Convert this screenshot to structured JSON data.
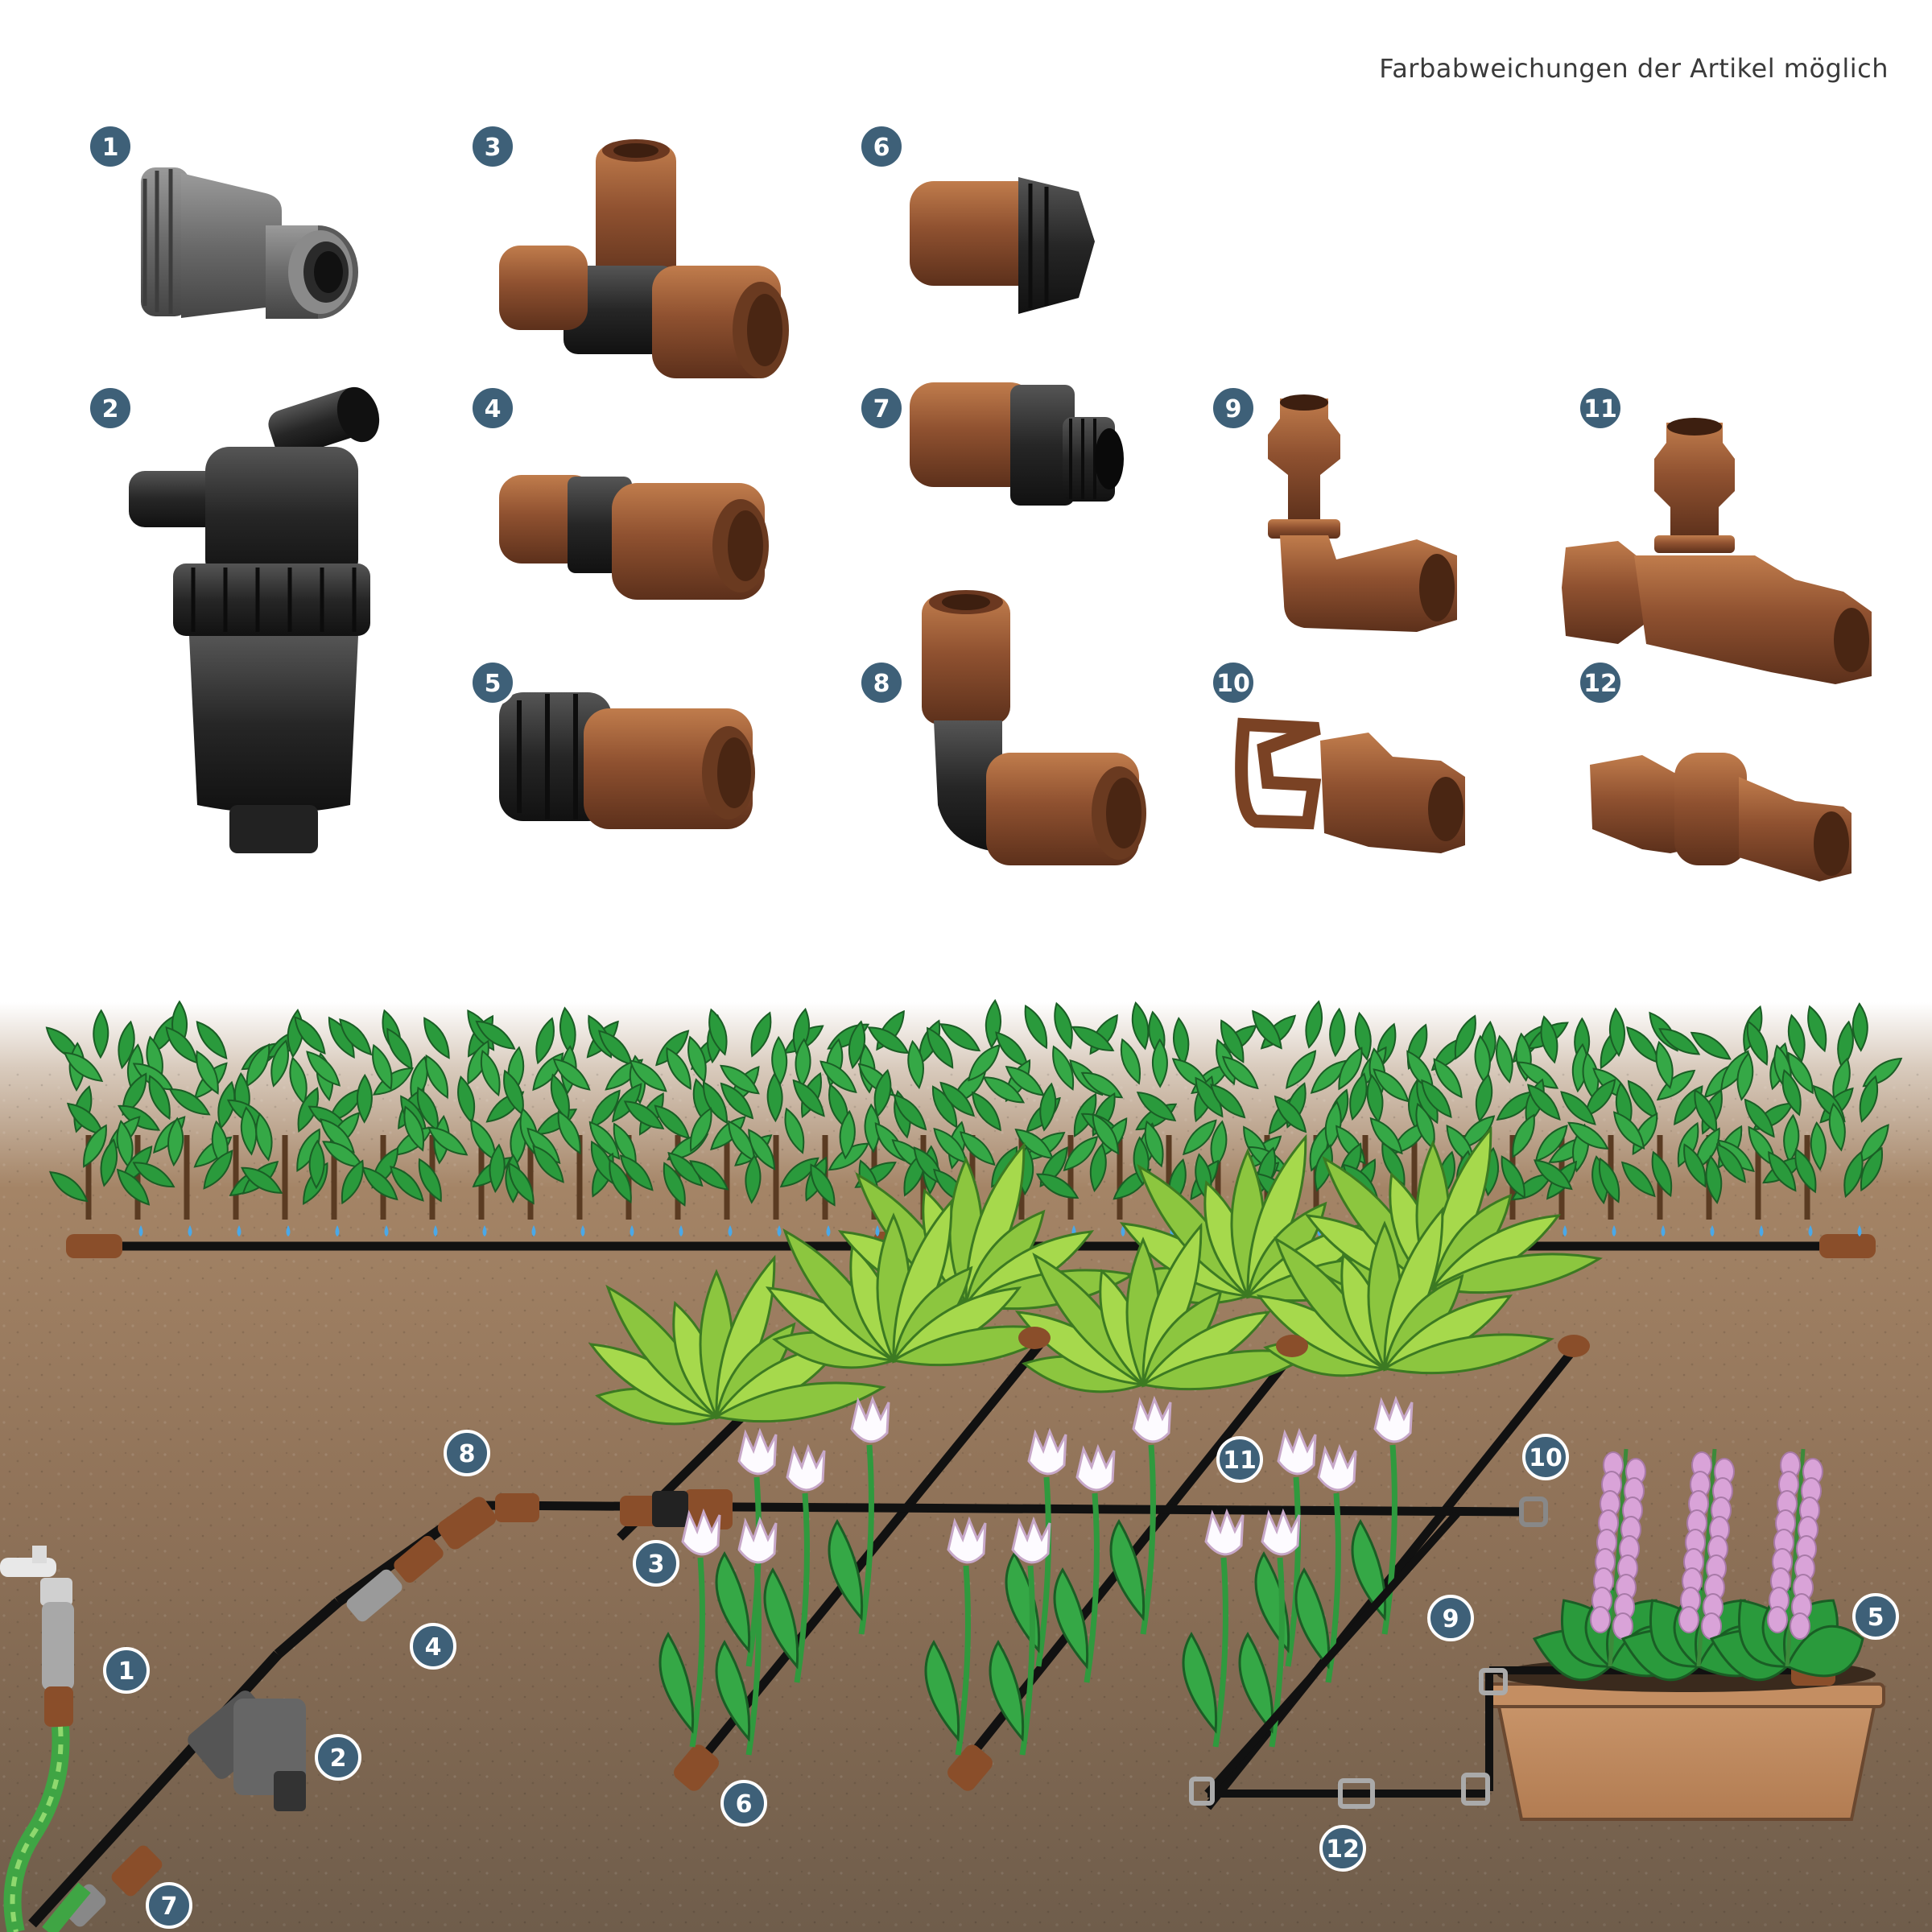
{
  "note": "Farbabweichungen der Artikel möglich",
  "colors": {
    "fitting_brown": "#8a4e2a",
    "fitting_brown_light": "#b06b3c",
    "fitting_black": "#222222",
    "fitting_gray": "#707070",
    "badge": "#3e6078",
    "soil_top": "#ffffff",
    "soil_mid": "#9c7a5c",
    "soil_bottom": "#6e5a46",
    "leaf_dark": "#2f9a3e",
    "leaf_light": "#9ad04a",
    "tulip": "#fdfbff",
    "foxglove": "#d9a3d8"
  },
  "catalog": [
    {
      "number": "1",
      "icon": "tap-connector-icon"
    },
    {
      "number": "2",
      "icon": "filter-icon"
    },
    {
      "number": "3",
      "icon": "tee-connector-icon"
    },
    {
      "number": "4",
      "icon": "straight-connector-icon"
    },
    {
      "number": "5",
      "icon": "pipe-adapter-icon"
    },
    {
      "number": "6",
      "icon": "end-plug-icon"
    },
    {
      "number": "7",
      "icon": "male-thread-adapter-icon"
    },
    {
      "number": "8",
      "icon": "elbow-connector-icon"
    },
    {
      "number": "9",
      "icon": "barbed-elbow-icon"
    },
    {
      "number": "10",
      "icon": "barbed-end-plug-icon"
    },
    {
      "number": "11",
      "icon": "barbed-tee-icon"
    },
    {
      "number": "12",
      "icon": "barbed-coupler-icon"
    }
  ],
  "diagram_labels": [
    "1",
    "2",
    "3",
    "4",
    "5",
    "6",
    "7",
    "8",
    "9",
    "10",
    "11",
    "12"
  ]
}
